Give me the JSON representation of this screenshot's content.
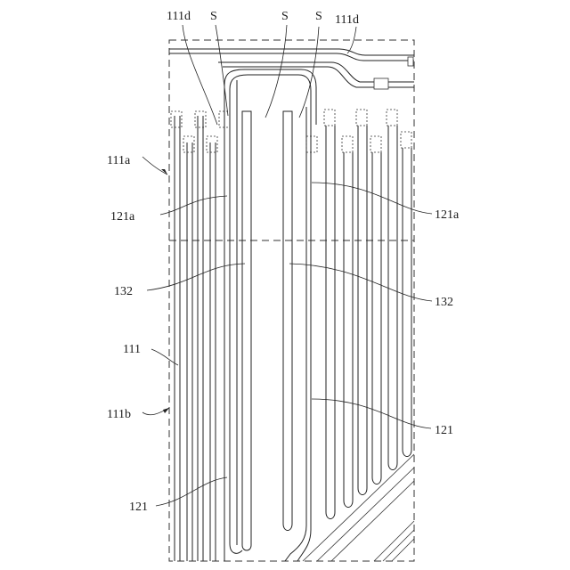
{
  "figure": {
    "labels": {
      "top_111d_left": "111d",
      "top_s_1": "S",
      "top_s_2": "S",
      "top_s_3": "S",
      "top_111d_right": "111d",
      "left_111a": "111a",
      "left_121a": "121a",
      "left_132": "132",
      "left_111": "111",
      "left_111b": "111b",
      "left_121": "121",
      "right_121a": "121a",
      "right_132": "132",
      "right_121": "121"
    }
  }
}
